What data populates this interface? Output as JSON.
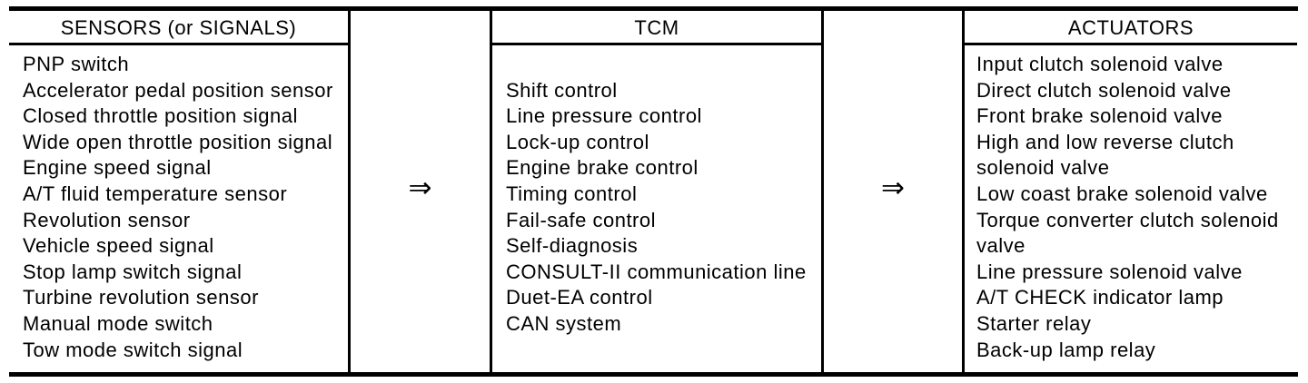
{
  "diagram": {
    "colors": {
      "ink": "#000000",
      "background": "#ffffff"
    },
    "arrow_symbol": "⇒",
    "columns": {
      "sensors": {
        "header": "SENSORS (or SIGNALS)",
        "items": [
          [
            "PNP switch"
          ],
          [
            "Accelerator pedal position sensor"
          ],
          [
            "Closed throttle position signal"
          ],
          [
            "Wide open throttle position signal"
          ],
          [
            "Engine speed signal"
          ],
          [
            "A/T fluid temperature sensor"
          ],
          [
            "Revolution sensor"
          ],
          [
            "Vehicle speed signal"
          ],
          [
            "Stop lamp switch signal"
          ],
          [
            "Turbine revolution sensor"
          ],
          [
            "Manual mode switch"
          ],
          [
            "Tow mode switch signal"
          ]
        ]
      },
      "tcm": {
        "header": "TCM",
        "items": [
          [
            "Shift control"
          ],
          [
            "Line pressure control"
          ],
          [
            "Lock-up control"
          ],
          [
            "Engine brake control"
          ],
          [
            "Timing control"
          ],
          [
            "Fail-safe control"
          ],
          [
            "Self-diagnosis"
          ],
          [
            "CONSULT-II communication line"
          ],
          [
            "Duet-EA control"
          ],
          [
            "CAN system"
          ]
        ]
      },
      "actuators": {
        "header": "ACTUATORS",
        "items": [
          [
            "Input clutch solenoid valve"
          ],
          [
            "Direct clutch solenoid valve"
          ],
          [
            "Front brake solenoid valve"
          ],
          [
            "High and low reverse clutch",
            "solenoid valve"
          ],
          [
            "Low coast brake solenoid valve"
          ],
          [
            "Torque converter clutch solenoid",
            "valve"
          ],
          [
            "Line pressure solenoid valve"
          ],
          [
            "A/T CHECK indicator lamp"
          ],
          [
            "Starter relay"
          ],
          [
            "Back-up lamp relay"
          ]
        ]
      }
    }
  }
}
